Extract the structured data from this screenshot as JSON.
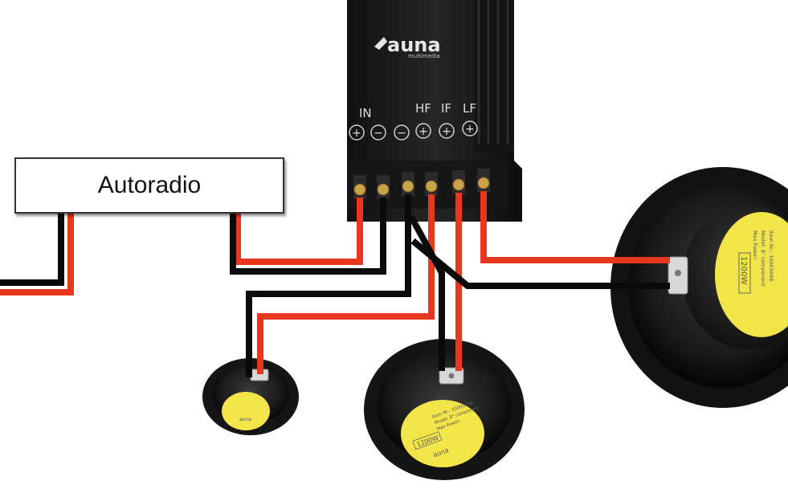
{
  "head_unit": {
    "label": "Autoradio"
  },
  "crossover": {
    "brand": "auna",
    "brand_sub": "multimedia",
    "labels": {
      "in": "IN",
      "hf": "HF",
      "if": "IF",
      "lf": "LF"
    },
    "polarity": [
      "+",
      "−",
      "−",
      "+",
      "+",
      "+"
    ]
  },
  "speakers": {
    "woofer": {
      "label_lines": [
        "Item Nr.: 10003698",
        "Model: 8\" component",
        "Max Power:"
      ],
      "power": "1200W"
    },
    "mid": {
      "label_lines": [
        "Item Nr.: 10003698",
        "Model: 8\" component",
        "Max Power:"
      ],
      "power": "1200W",
      "brand": "auna"
    },
    "tweeter": {
      "brand": "auna"
    }
  },
  "colors": {
    "wire_positive": "#e8371f",
    "wire_negative": "#0a0a0a",
    "crossover_body": "#1b1b1b",
    "speaker_label": "#f2e54a",
    "terminal_gold": "#c9a24a"
  }
}
